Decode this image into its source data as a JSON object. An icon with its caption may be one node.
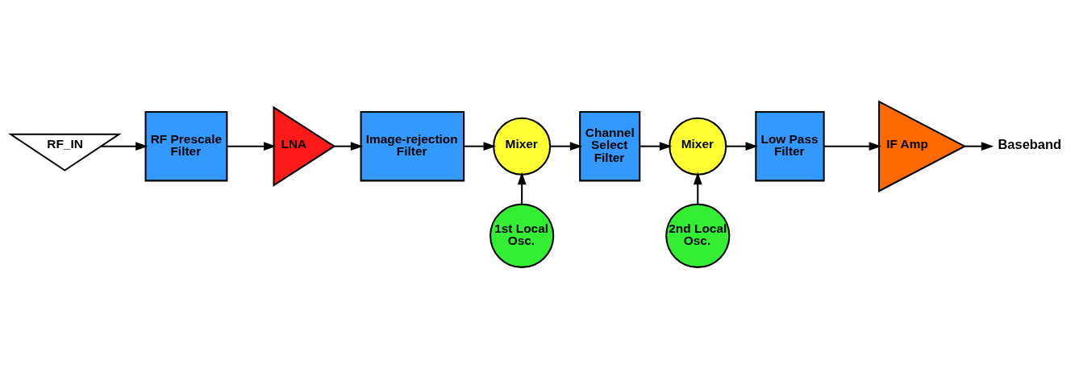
{
  "diagram": {
    "nodes": [
      {
        "text": [
          "RF_IN"
        ]
      },
      {
        "text": [
          "RF Prescale Filter"
        ]
      },
      {
        "text": [
          "LNA"
        ]
      },
      {
        "text": [
          "Image-rejection Filter"
        ]
      },
      {
        "text": [
          "Mixer"
        ]
      },
      {
        "text": [
          "1st Local Osc."
        ]
      },
      {
        "text": [
          "Channel Select Filter"
        ]
      },
      {
        "text": [
          "Mixer"
        ]
      },
      {
        "text": [
          "2nd Local Osc."
        ]
      },
      {
        "text": [
          "Low Pass Filter"
        ]
      },
      {
        "text": [
          "IF Amp"
        ]
      },
      {
        "text": [
          "Baseband"
        ]
      }
    ],
    "edges": [
      {
        "from": 0,
        "to": 1,
        "arrow": "to"
      },
      {
        "from": 1,
        "to": 2,
        "arrow": "to"
      },
      {
        "from": 2,
        "to": 3,
        "arrow": "to"
      },
      {
        "from": 3,
        "to": 4,
        "arrow": "to"
      },
      {
        "from": 5,
        "to": 4,
        "arrow": "to"
      },
      {
        "from": 4,
        "to": 6,
        "arrow": "to"
      },
      {
        "from": 6,
        "to": 7,
        "arrow": "to"
      },
      {
        "from": 8,
        "to": 7,
        "arrow": "to"
      },
      {
        "from": 7,
        "to": 9,
        "arrow": "to"
      },
      {
        "from": 9,
        "to": 10,
        "arrow": "to"
      },
      {
        "from": 10,
        "to": 11,
        "arrow": "to"
      }
    ]
  }
}
